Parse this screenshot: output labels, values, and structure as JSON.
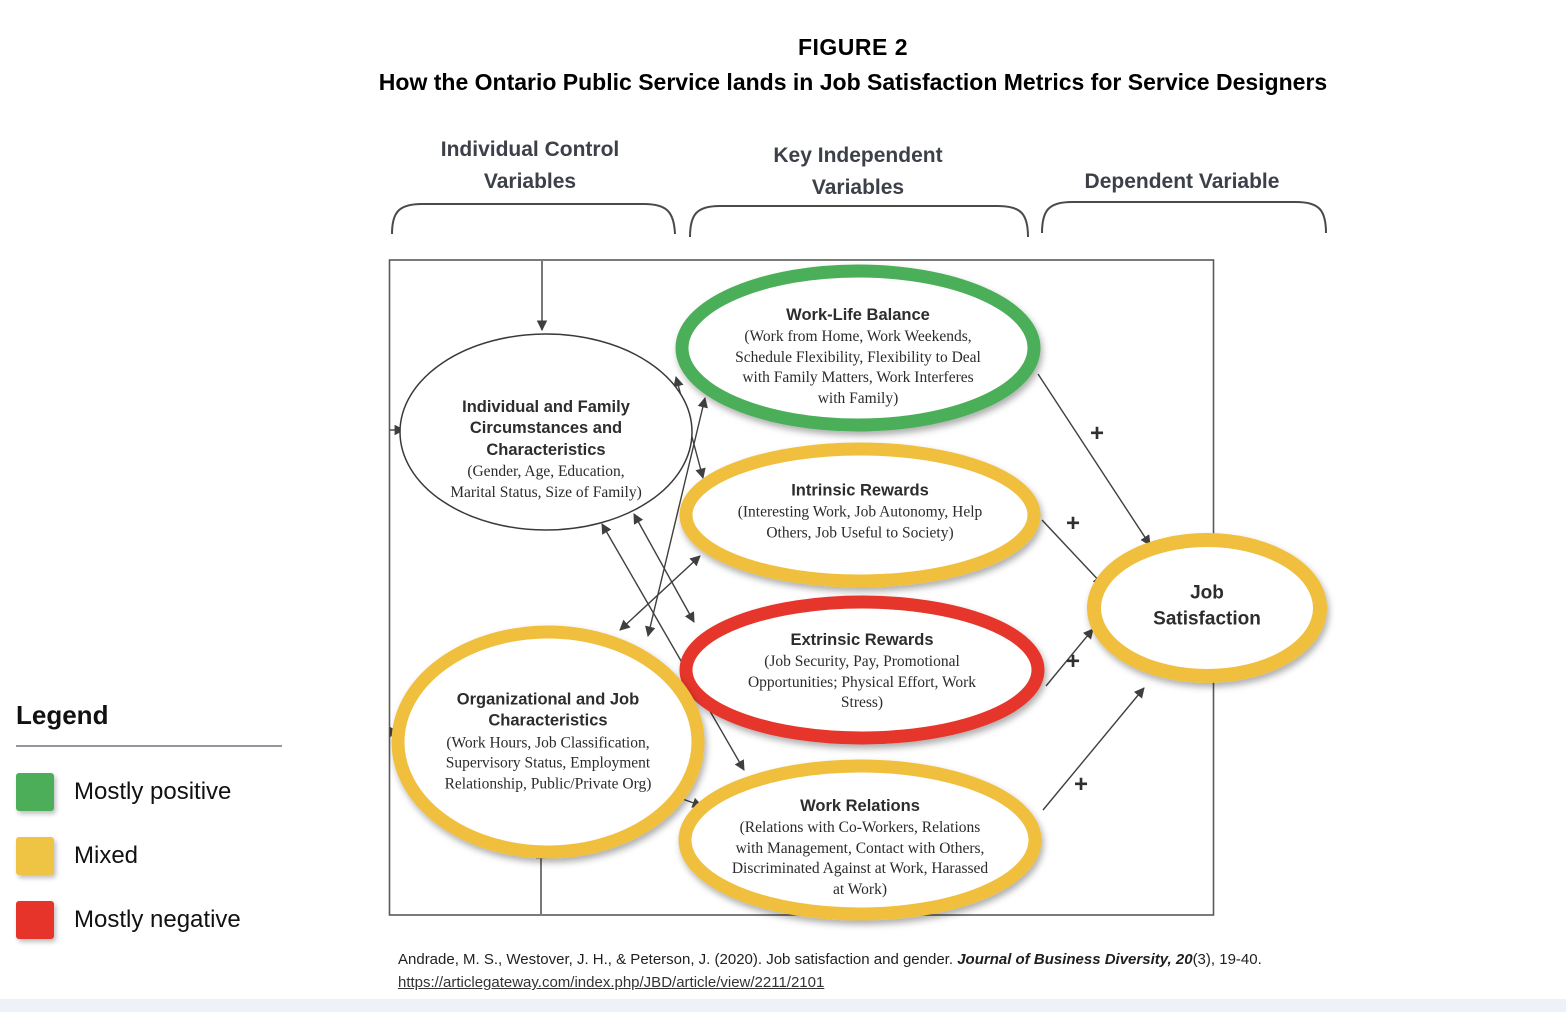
{
  "figure": {
    "label": "FIGURE 2",
    "title": "How the Ontario Public Service lands in Job Satisfaction Metrics for Service Designers"
  },
  "columns": [
    {
      "label": "Individual Control Variables"
    },
    {
      "label": "Key Independent Variables"
    },
    {
      "label": "Dependent Variable"
    }
  ],
  "nodes": {
    "individual": {
      "title": "Individual and Family Circumstances and Characteristics",
      "detail": "(Gender, Age, Education, Marital Status, Size of Family)"
    },
    "organizational": {
      "title": "Organizational and Job Characteristics",
      "detail": "(Work Hours, Job Classification, Supervisory Status, Employment Relationship, Public/Private Org)"
    },
    "work_life_balance": {
      "title": "Work-Life Balance",
      "detail": "(Work from Home, Work Weekends, Schedule Flexibility, Flexibility to Deal with Family Matters, Work Interferes with Family)"
    },
    "intrinsic_rewards": {
      "title": "Intrinsic Rewards",
      "detail": "(Interesting Work, Job Autonomy, Help Others, Job Useful to Society)"
    },
    "extrinsic_rewards": {
      "title": "Extrinsic Rewards",
      "detail": "(Job Security, Pay, Promotional Opportunities; Physical Effort, Work Stress)"
    },
    "work_relations": {
      "title": "Work Relations",
      "detail": "(Relations with Co-Workers, Relations with Management, Contact with Others, Discriminated Against at Work, Harassed at Work)"
    },
    "job_satisfaction": {
      "title": "Job Satisfaction"
    }
  },
  "plus": "+",
  "colors": {
    "positive": "#4CAE58",
    "mixed": "#EFBF3E",
    "negative": "#E6342A",
    "line": "#3f3f3f"
  },
  "legend": {
    "title": "Legend",
    "items": [
      {
        "label": "Mostly positive",
        "color": "#4CAE58"
      },
      {
        "label": "Mixed",
        "color": "#EFC343"
      },
      {
        "label": "Mostly negative",
        "color": "#E6342A"
      }
    ]
  },
  "citation": {
    "pre": "Andrade, M. S., Westover, J. H., & Peterson, J. (2020). Job satisfaction and gender. ",
    "journal": "Journal of Business Diversity, 20",
    "post": "(3), 19-40.",
    "link": "https://articlegateway.com/index.php/JBD/article/view/2211/2101"
  }
}
